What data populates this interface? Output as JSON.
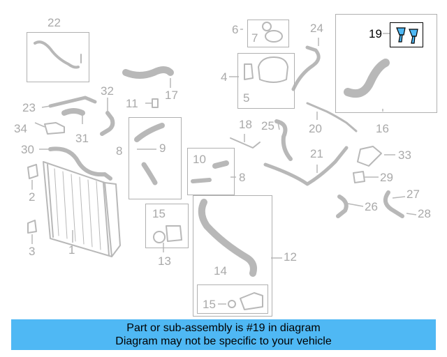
{
  "labels": {
    "l1": "1",
    "l2": "2",
    "l3": "3",
    "l4": "4",
    "l5": "5",
    "l6": "6",
    "l7": "7",
    "l8a": "8",
    "l8b": "8",
    "l9": "9",
    "l10": "10",
    "l11": "11",
    "l12": "12",
    "l13": "13",
    "l14": "14",
    "l15a": "15",
    "l15b": "15",
    "l16": "16",
    "l17": "17",
    "l18": "18",
    "l19": "19",
    "l20": "20",
    "l21": "21",
    "l22": "22",
    "l23": "23",
    "l24": "24",
    "l25": "25",
    "l26": "26",
    "l27": "27",
    "l28": "28",
    "l29": "29",
    "l30": "30",
    "l31": "31",
    "l32": "32",
    "l33": "33",
    "l34": "34"
  },
  "highlighted_part": "19",
  "colors": {
    "part_line": "#b8b8b8",
    "highlight": "#4fb8f4",
    "active_text": "#000000",
    "inactive_text": "#a9a9a9"
  },
  "banner": {
    "line1": "Part or sub-assembly is #19 in diagram",
    "line2": "Diagram may not be specific to your vehicle"
  }
}
